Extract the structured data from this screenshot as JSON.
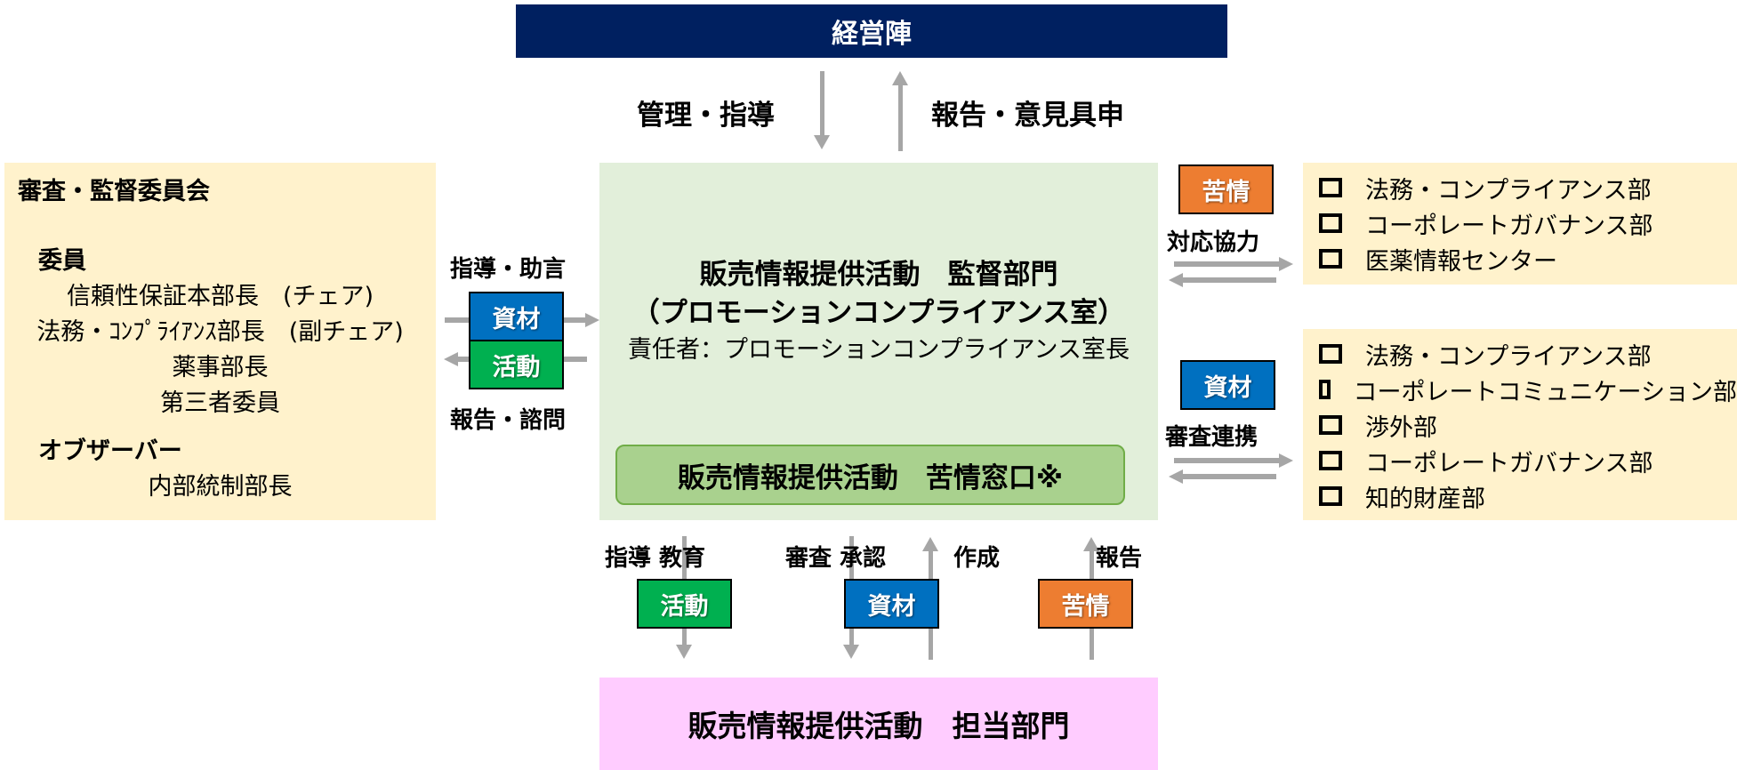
{
  "top": {
    "title": "経営陣"
  },
  "top_arrows": {
    "down_label": "管理・指導",
    "up_label": "報告・意見具申"
  },
  "committee": {
    "title": "審査・監督委員会",
    "members_heading": "委員",
    "members": [
      "信頼性保証本部長　(チェア)",
      "法務・ｺﾝﾌﾟﾗｲｱﾝｽ部長　(副チェア)",
      "薬事部長",
      "第三者委員"
    ],
    "observer_heading": "オブザーバー",
    "observers": [
      "内部統制部長"
    ]
  },
  "left_link": {
    "top_label": "指導・助言",
    "bottom_label": "報告・諮問",
    "tags": [
      "資材",
      "活動"
    ]
  },
  "center": {
    "title_line1": "販売情報提供活動　監督部門",
    "title_line2": "（プロモーションコンプライアンス室）",
    "responsible": "責任者：プロモーションコンプライアンス室長",
    "complaint_window": "販売情報提供活動　苦情窓口※"
  },
  "right_links": [
    {
      "tag": "苦情",
      "label": "対応協力",
      "departments": [
        "法務・コンプライアンス部",
        "コーポレートガバナンス部",
        "医薬情報センター"
      ]
    },
    {
      "tag": "資材",
      "label": "審査連携",
      "departments": [
        "法務・コンプライアンス部",
        "コーポレートコミュニケーション部",
        "渉外部",
        "コーポレートガバナンス部",
        "知的財産部"
      ]
    }
  ],
  "bottom_links": {
    "activity": {
      "label": "指導 教育",
      "tag": "活動"
    },
    "material": {
      "label_down": "審査 承認",
      "label_up": "作成",
      "tag": "資材"
    },
    "complaint": {
      "label": "報告",
      "tag": "苦情"
    }
  },
  "bottom": {
    "title": "販売情報提供活動　担当部門"
  },
  "colors": {
    "management": "#002060",
    "committee_bg": "#fff2cc",
    "center_bg": "#e2efda",
    "complaint_window_bg": "#a9d18e",
    "bottom_bg": "#ffccff",
    "tag_material": "#0070c0",
    "tag_activity": "#00b050",
    "tag_complaint": "#ed7d31",
    "arrow": "#a6a6a6"
  }
}
